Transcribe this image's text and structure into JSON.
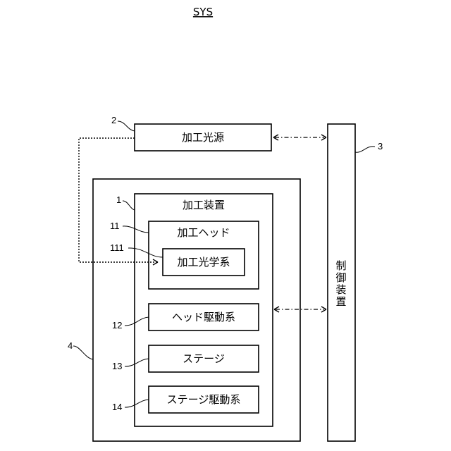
{
  "title": "SYS",
  "blocks": {
    "light_source": "加工光源",
    "processing_device": "加工装置",
    "processing_head": "加工ヘッド",
    "processing_optics": "加工光学系",
    "head_drive": "ヘッド駆動系",
    "stage": "ステージ",
    "stage_drive": "ステージ駆動系",
    "control_device": [
      "制",
      "御",
      "装",
      "置"
    ]
  },
  "refs": {
    "r1": "1",
    "r2": "2",
    "r3": "3",
    "r4": "4",
    "r11": "11",
    "r12": "12",
    "r13": "13",
    "r14": "14",
    "r111": "111"
  }
}
